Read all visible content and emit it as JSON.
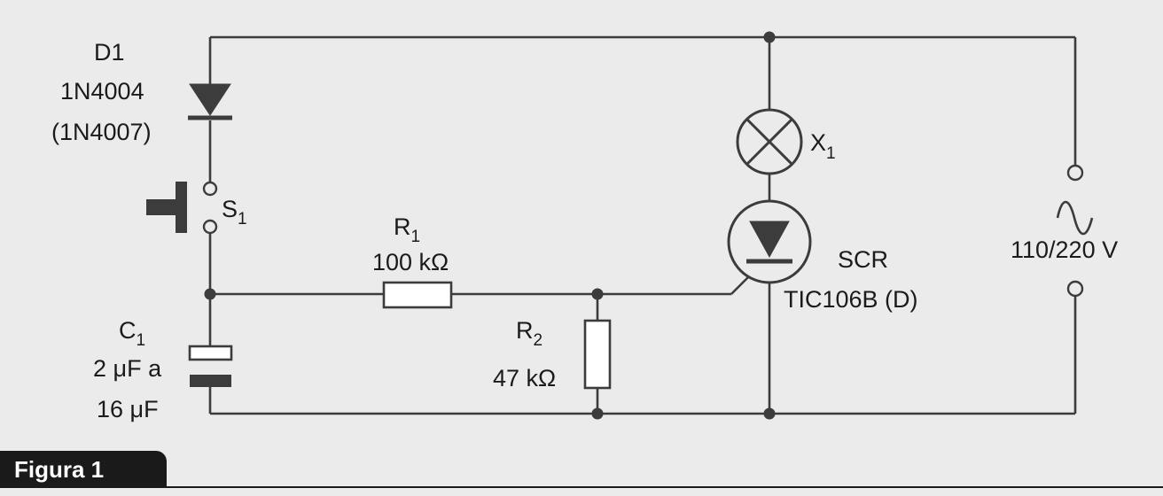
{
  "diagram": {
    "d1": {
      "name": "D1",
      "part": "1N4004",
      "alt": "(1N4007)"
    },
    "s1": {
      "name": "S",
      "sub": "1"
    },
    "r1": {
      "name": "R",
      "sub": "1",
      "value": "100 kΩ"
    },
    "r2": {
      "name": "R",
      "sub": "2",
      "value": "47 kΩ"
    },
    "c1": {
      "name": "C",
      "sub": "1",
      "value_line1": "2 μF a",
      "value_line2": "16 μF"
    },
    "x1": {
      "name": "X",
      "sub": "1"
    },
    "scr": {
      "name": "SCR",
      "part": "TIC106B (D)"
    },
    "source": {
      "voltage": "110/220 V"
    }
  },
  "caption": {
    "label": "Figura 1"
  }
}
